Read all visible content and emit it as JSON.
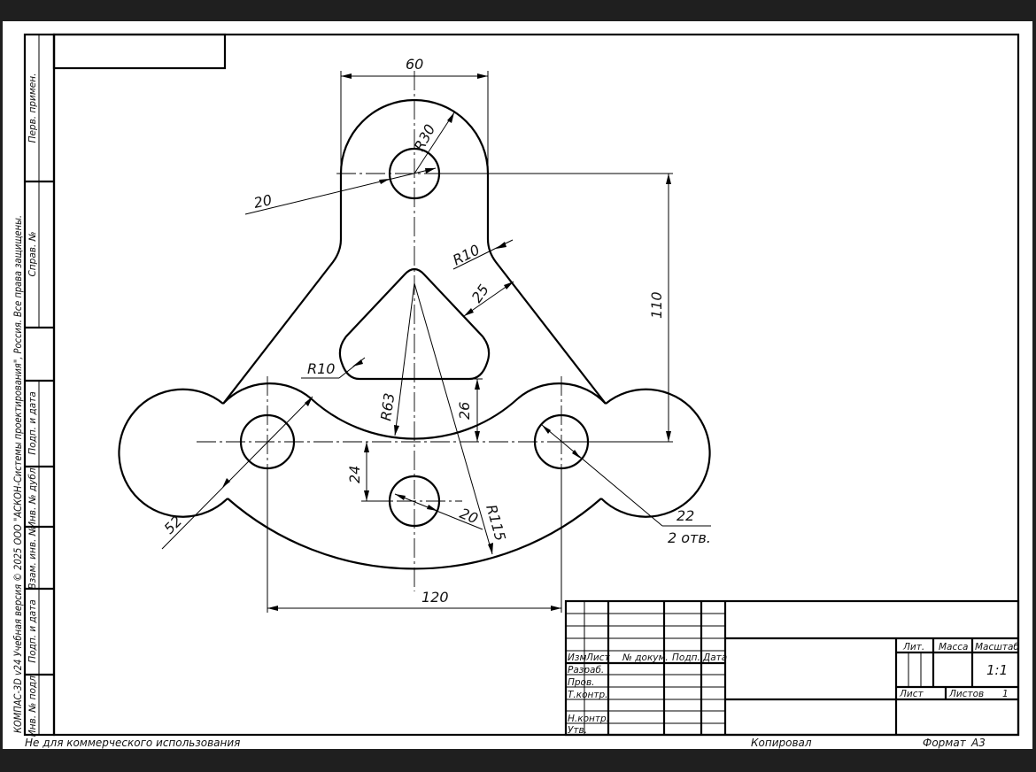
{
  "sidebar": {
    "copyright": "КОМПАС-3D v24 Учебная версия © 2025 ООО \"АСКОН-Системы проектирования\", Россия. Все права защищены.",
    "stamp_labels": [
      "Перв. примен.",
      "Справ. №",
      "Подп. и дата",
      "Инв. № дубл.",
      "Взам. инв. №",
      "Подп. и дата",
      "Инв. № подл."
    ]
  },
  "footer": {
    "left_note": "Не для коммерческого использования",
    "copied": "Копировал",
    "format_label": "Формат",
    "format_value": "A3"
  },
  "title_block": {
    "headers": {
      "izm": "Изм",
      "list": "Лист",
      "doc": "№ докум.",
      "sign": "Подп.",
      "date": "Дата"
    },
    "rows": [
      "Разраб.",
      "Пров.",
      "Т.контр.",
      "Н.контр.",
      "Утв."
    ],
    "lit": "Лит.",
    "mass": "Масса",
    "scale": "Масштаб",
    "scale_value": "1:1",
    "sheet": "Лист",
    "sheets": "Листов",
    "sheets_value": "1"
  },
  "dimensions": {
    "d60": "60",
    "r30": "R30",
    "d20_top": "20",
    "r10_right": "R10",
    "d25": "25",
    "d110": "110",
    "r10_left": "R10",
    "r63": "R63",
    "d26": "26",
    "d24": "24",
    "d20_bottom": "20",
    "r115": "R115",
    "d52": "52",
    "d22": "22",
    "holes_note": "2 отв.",
    "d120": "120"
  }
}
